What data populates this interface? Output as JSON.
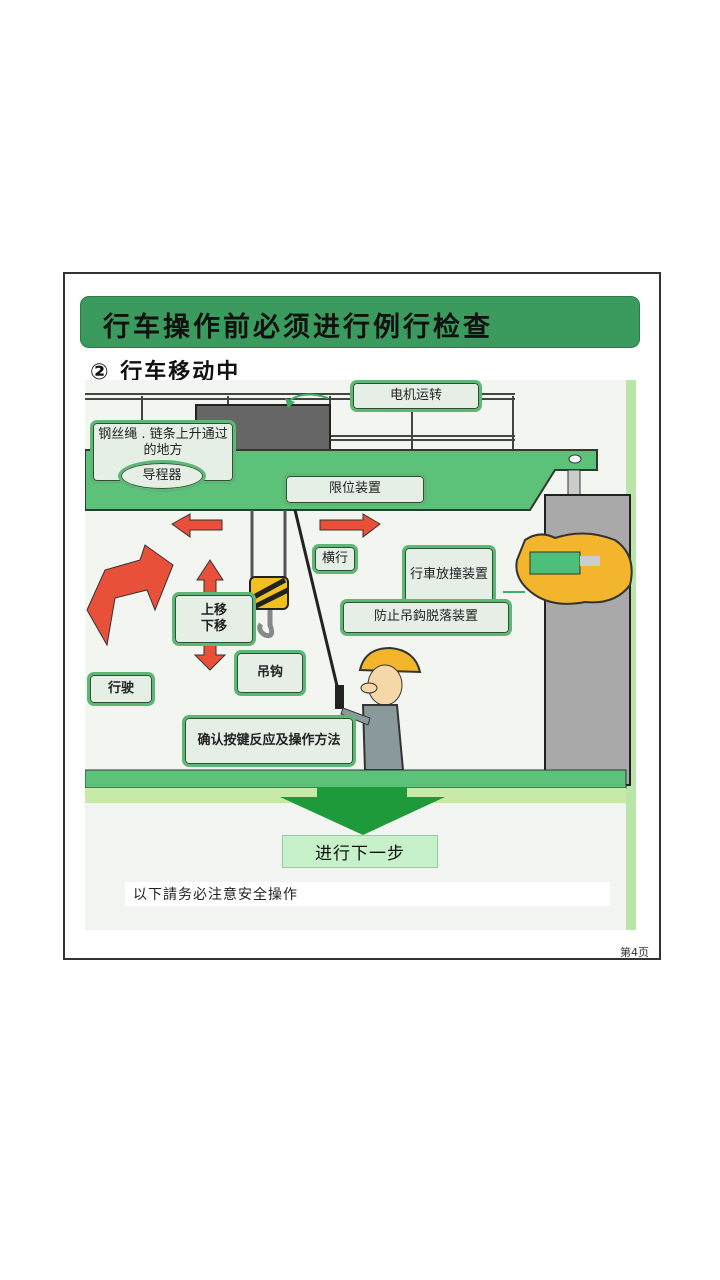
{
  "page": {
    "title": "行车操作前必须进行例行检查",
    "subtitle": "② 行车移动中",
    "page_number": "第4页"
  },
  "illustration": {
    "labels": {
      "motor": "电机运转",
      "rope": "钢丝绳 . 链条上升通过的地方",
      "guide": "导程器",
      "limit": "限位装置",
      "traverse": "横行",
      "bumper": "行車放撞装置",
      "anti_drop": "防止吊鈎脱落装置",
      "up_down_1": "上移",
      "up_down_2": "下移",
      "hook": "吊钩",
      "travel": "行驶",
      "confirm": "确认按键反应及操作方法"
    },
    "colors": {
      "green": "#5cc27a",
      "red_arrow": "#e8503a",
      "title_green": "#3b9a5d",
      "next_arrow": "#1f9a3a"
    }
  },
  "footer": {
    "next_step": "进行下一步",
    "notice": "以下請务必注意安全操作"
  }
}
